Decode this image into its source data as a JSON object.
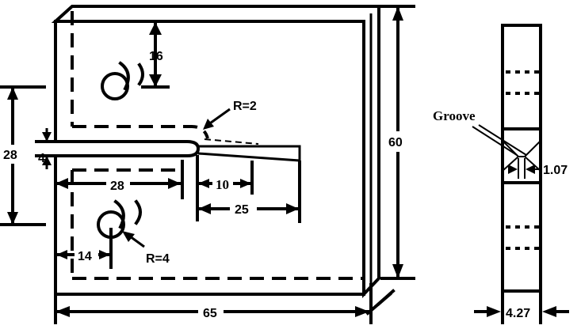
{
  "labels": {
    "dim_16": "16",
    "dim_r2": "R=2",
    "dim_28_left": "28",
    "dim_4": "4",
    "dim_60": "60",
    "dim_28_bottom": "28",
    "dim_10": "10",
    "dim_25": "25",
    "dim_14": "14",
    "dim_r4": "R=4",
    "dim_65": "65",
    "groove": "Groove",
    "dim_107": "1.07",
    "dim_427": "4.27"
  }
}
